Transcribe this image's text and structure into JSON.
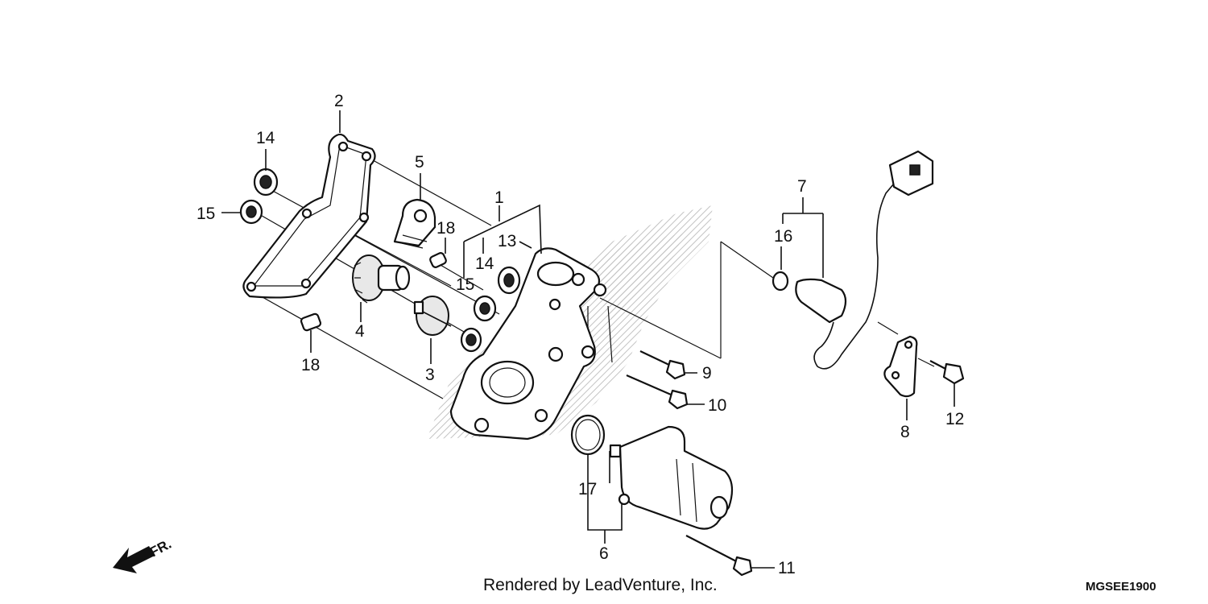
{
  "diagram": {
    "callouts": [
      {
        "id": "c1",
        "label": "1"
      },
      {
        "id": "c2",
        "label": "2"
      },
      {
        "id": "c3",
        "label": "3"
      },
      {
        "id": "c4",
        "label": "4"
      },
      {
        "id": "c5",
        "label": "5"
      },
      {
        "id": "c6",
        "label": "6"
      },
      {
        "id": "c7",
        "label": "7"
      },
      {
        "id": "c8",
        "label": "8"
      },
      {
        "id": "c9",
        "label": "9"
      },
      {
        "id": "c10",
        "label": "10"
      },
      {
        "id": "c11",
        "label": "11"
      },
      {
        "id": "c12",
        "label": "12"
      },
      {
        "id": "c13",
        "label": "13"
      },
      {
        "id": "c14a",
        "label": "14"
      },
      {
        "id": "c14b",
        "label": "14"
      },
      {
        "id": "c15a",
        "label": "15"
      },
      {
        "id": "c15b",
        "label": "15"
      },
      {
        "id": "c16",
        "label": "16"
      },
      {
        "id": "c17",
        "label": "17"
      },
      {
        "id": "c18a",
        "label": "18"
      },
      {
        "id": "c18b",
        "label": "18"
      }
    ],
    "direction_label": "FR.",
    "credit": "Rendered by LeadVenture, Inc.",
    "figure_code": "MGSEE1900"
  }
}
